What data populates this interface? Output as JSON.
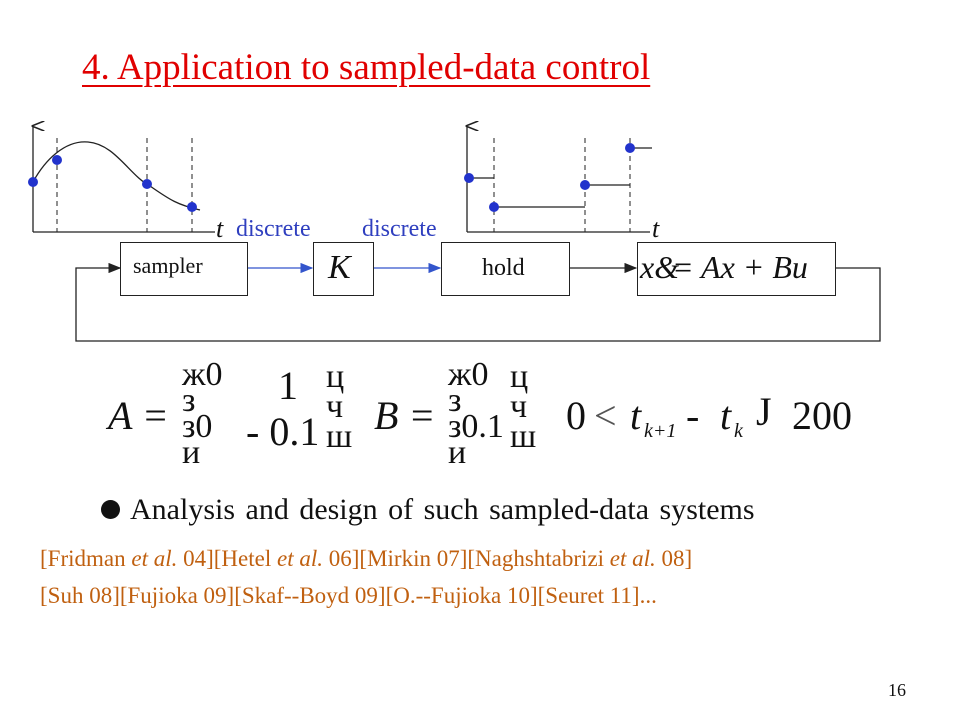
{
  "slide": {
    "title": "4. Application to sampled-data control",
    "page_number": "16"
  },
  "diagram": {
    "axis_label": "t",
    "discrete_label_1": "discrete",
    "discrete_label_2": "discrete",
    "blocks": {
      "sampler": "sampler",
      "controller": "K",
      "hold": "hold",
      "plant_xdot": "x&",
      "plant_eq": "= Ax + Bu"
    }
  },
  "equations": {
    "A_label": "A =",
    "A_col1_top": "ж0",
    "A_col1_mid": "з",
    "A_col1_bot": "з0",
    "A_col1_last": "и",
    "A_col2_top": "1",
    "A_col2_bot": "- 0.1",
    "A_br_top": "ц",
    "A_br_mid": "ч",
    "A_br_bot": "ш",
    "B_label": "B =",
    "B_col_top": "ж0",
    "B_col_mid": "з",
    "B_col_bot": "з0.1",
    "B_col_last": "и",
    "B_br_top": "ц",
    "B_br_mid": "ч",
    "B_br_bot": "ш",
    "constraint_0": "0",
    "constraint_lt": "<",
    "constraint_t": "t",
    "constraint_k1": "k+1",
    "constraint_minus": "-",
    "constraint_k": "k",
    "constraint_J": "J",
    "constraint_200": "200"
  },
  "bullet": "Analysis and design of such sampled-data systems",
  "references": {
    "line1": [
      {
        "t": "[Fridman ",
        "i": false
      },
      {
        "t": "et al.",
        "i": true
      },
      {
        "t": " 04][Hetel ",
        "i": false
      },
      {
        "t": "et al.",
        "i": true
      },
      {
        "t": " 06][Mirkin 07][Naghshtabrizi ",
        "i": false
      },
      {
        "t": "et al.",
        "i": true
      },
      {
        "t": " 08]",
        "i": false
      }
    ],
    "line2": "[Suh 08][Fujioka 09][Skaf--Boyd 09][O.--Fujioka 10][Seuret 11]..."
  },
  "colors": {
    "title": "#e00000",
    "accent_blue": "#2f3fbf",
    "references": "#c06010",
    "text": "#111111"
  }
}
